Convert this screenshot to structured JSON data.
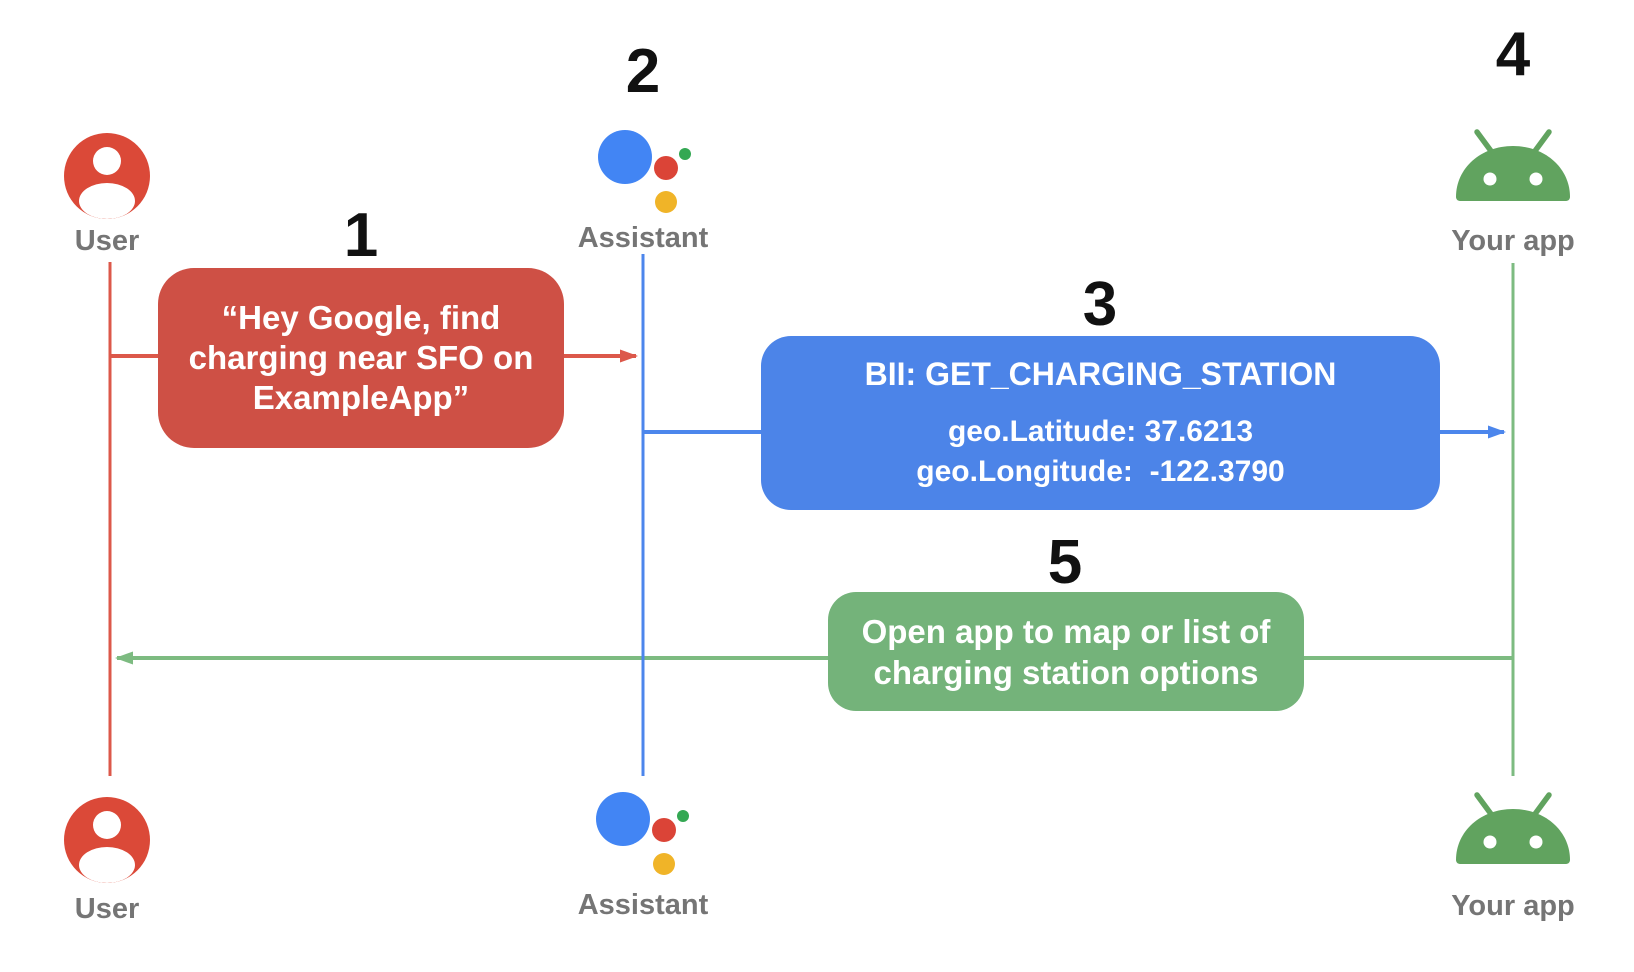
{
  "colors": {
    "background": "#ffffff",
    "user_red": "#DB4938",
    "step1_box_red": "#CE5045",
    "red_line": "#DC584A",
    "assistant_blue": "#4285F4",
    "assistant_red": "#DB4437",
    "assistant_green": "#34A853",
    "assistant_yellow": "#F0B428",
    "step3_box_blue": "#4C84E8",
    "blue_line": "#4C86EC",
    "android_green": "#61A35F",
    "step5_box_green": "#74B37A",
    "green_line": "#7DBB81",
    "label_gray": "#757575",
    "number_black": "#111111"
  },
  "actors": {
    "user": {
      "label": "User",
      "icon": "user-avatar-icon"
    },
    "assistant": {
      "label": "Assistant",
      "icon": "google-assistant-icon"
    },
    "your_app": {
      "label": "Your app",
      "icon": "android-robot-icon"
    }
  },
  "steps": [
    {
      "number": "1",
      "from": "user",
      "to": "assistant",
      "lines": [
        "“Hey Google, find",
        "charging near SFO on",
        "ExampleApp”"
      ]
    },
    {
      "number": "2",
      "actor": "assistant"
    },
    {
      "number": "3",
      "from": "assistant",
      "to": "your_app",
      "title": "BII: GET_CHARGING_STATION",
      "lines": [
        "geo.Latitude: 37.6213",
        "geo.Longitude:  -122.3790"
      ]
    },
    {
      "number": "4",
      "actor": "your_app"
    },
    {
      "number": "5",
      "from": "your_app",
      "to": "user",
      "lines": [
        "Open app to map or list of",
        "charging station options"
      ]
    }
  ]
}
